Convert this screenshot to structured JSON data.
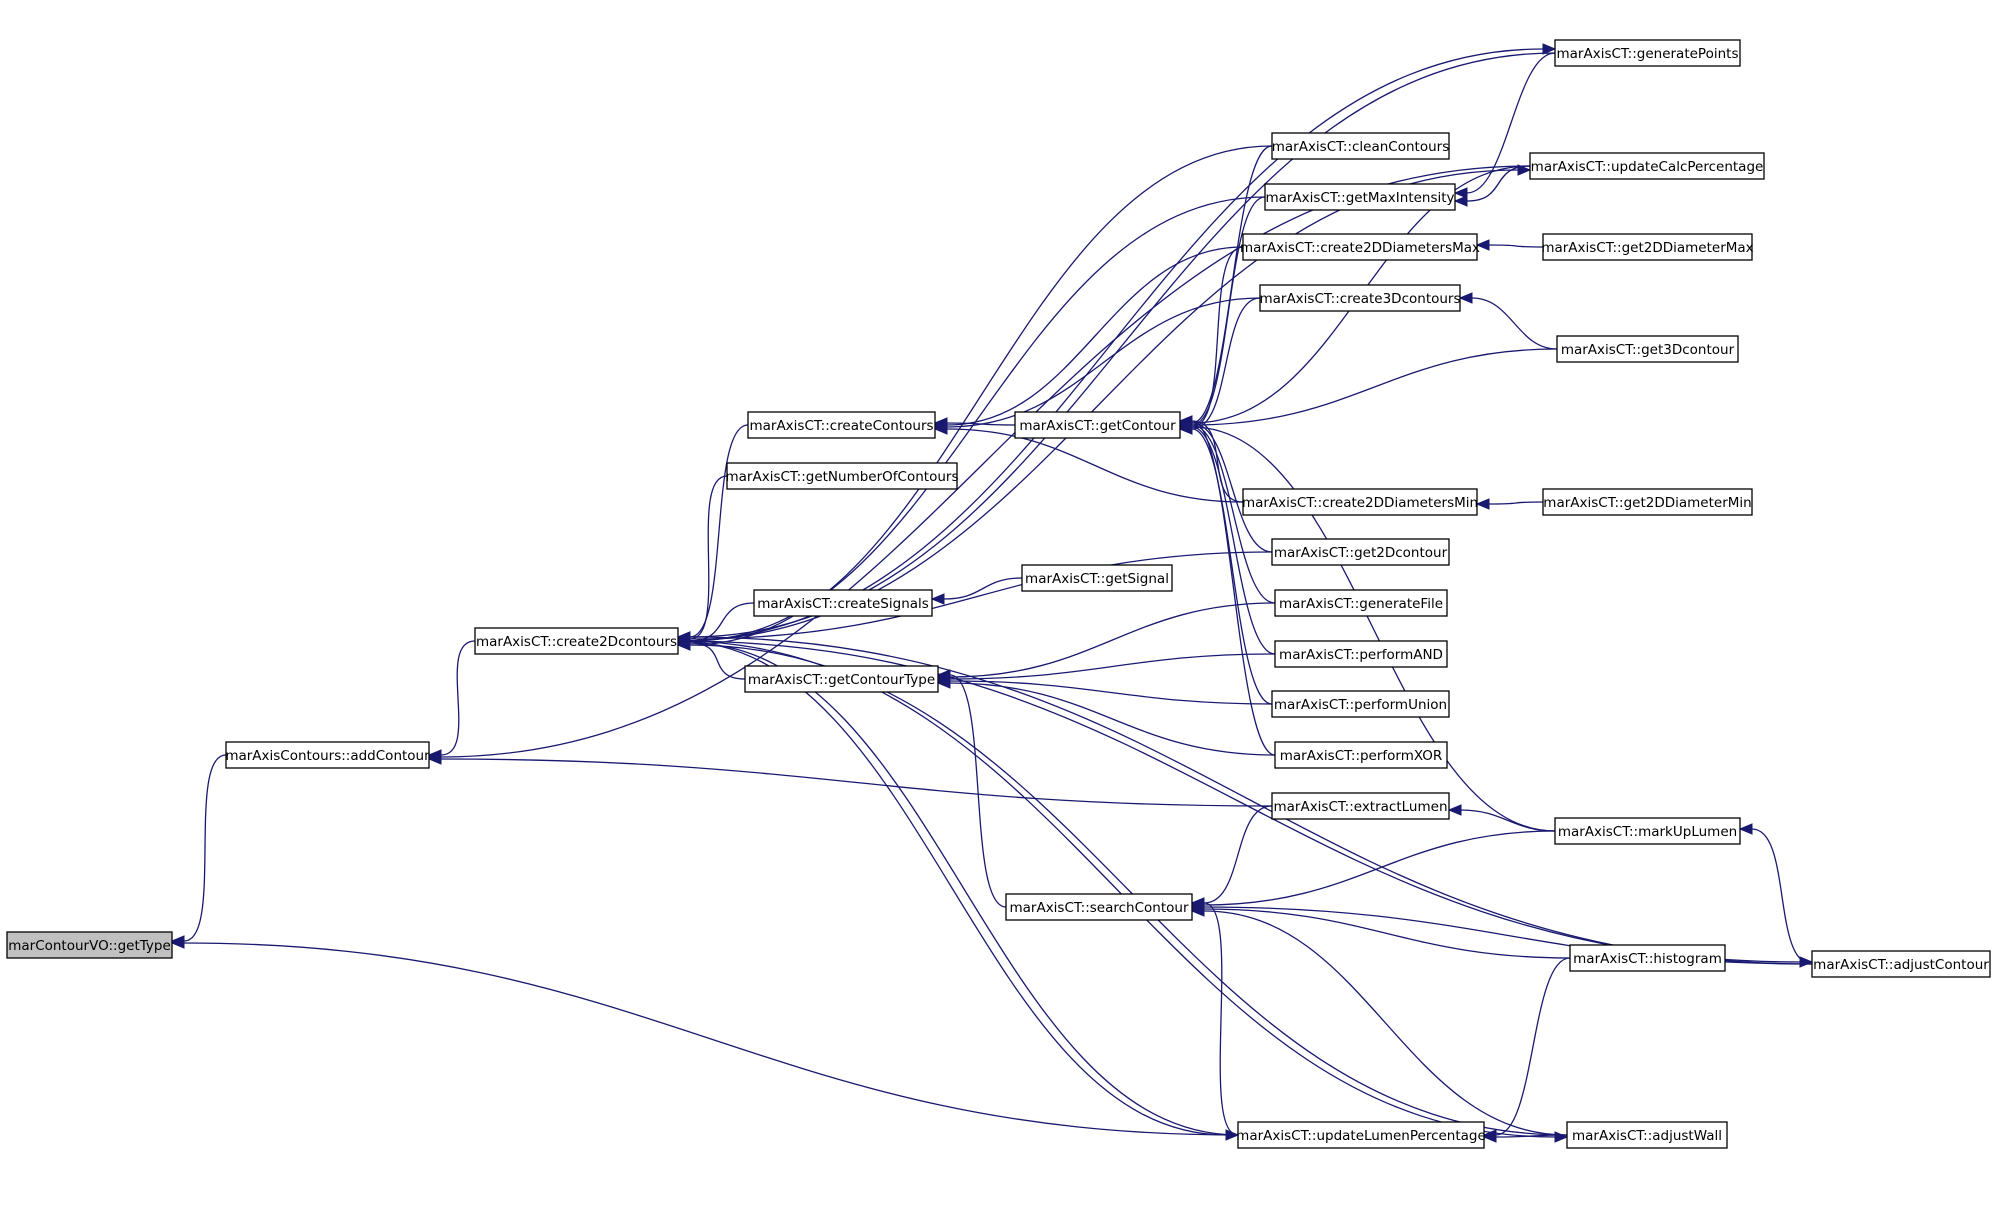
{
  "graph": {
    "colors": {
      "edge": "#191970",
      "node_border": "#000000",
      "root_fill": "#c0c0c0",
      "node_fill": "#ffffff"
    },
    "nodes": [
      {
        "id": "getType",
        "label": "marContourVO::getType",
        "root": true
      },
      {
        "id": "addContour",
        "label": "marAxisContours::addContour"
      },
      {
        "id": "create2Dcontours",
        "label": "marAxisCT::create2Dcontours"
      },
      {
        "id": "createContours",
        "label": "marAxisCT::createContours"
      },
      {
        "id": "getNumberOfContours",
        "label": "marAxisCT::getNumberOfContours"
      },
      {
        "id": "createSignals",
        "label": "marAxisCT::createSignals"
      },
      {
        "id": "getContourType",
        "label": "marAxisCT::getContourType"
      },
      {
        "id": "getContour",
        "label": "marAxisCT::getContour"
      },
      {
        "id": "getSignal",
        "label": "marAxisCT::getSignal"
      },
      {
        "id": "searchContour",
        "label": "marAxisCT::searchContour"
      },
      {
        "id": "cleanContours",
        "label": "marAxisCT::cleanContours"
      },
      {
        "id": "getMaxIntensity",
        "label": "marAxisCT::getMaxIntensity"
      },
      {
        "id": "create2DDiametersMax",
        "label": "marAxisCT::create2DDiametersMax"
      },
      {
        "id": "create3Dcontours",
        "label": "marAxisCT::create3Dcontours"
      },
      {
        "id": "create2DDiametersMin",
        "label": "marAxisCT::create2DDiametersMin"
      },
      {
        "id": "get2Dcontour",
        "label": "marAxisCT::get2Dcontour"
      },
      {
        "id": "generateFile",
        "label": "marAxisCT::generateFile"
      },
      {
        "id": "performAND",
        "label": "marAxisCT::performAND"
      },
      {
        "id": "performUnion",
        "label": "marAxisCT::performUnion"
      },
      {
        "id": "performXOR",
        "label": "marAxisCT::performXOR"
      },
      {
        "id": "extractLumen",
        "label": "marAxisCT::extractLumen"
      },
      {
        "id": "updateLumenPercentage",
        "label": "marAxisCT::updateLumenPercentage"
      },
      {
        "id": "generatePoints",
        "label": "marAxisCT::generatePoints"
      },
      {
        "id": "updateCalcPercentage",
        "label": "marAxisCT::updateCalcPercentage"
      },
      {
        "id": "get2DDiameterMax",
        "label": "marAxisCT::get2DDiameterMax"
      },
      {
        "id": "get3Dcontour",
        "label": "marAxisCT::get3Dcontour"
      },
      {
        "id": "get2DDiameterMin",
        "label": "marAxisCT::get2DDiameterMin"
      },
      {
        "id": "markUpLumen",
        "label": "marAxisCT::markUpLumen"
      },
      {
        "id": "histogram",
        "label": "marAxisCT::histogram"
      },
      {
        "id": "adjustWall",
        "label": "marAxisCT::adjustWall"
      },
      {
        "id": "adjustContour",
        "label": "marAxisCT::adjustContour"
      }
    ],
    "edges": [
      {
        "from": "addContour",
        "to": "getType"
      },
      {
        "from": "updateLumenPercentage",
        "to": "getType"
      },
      {
        "from": "create2Dcontours",
        "to": "addContour"
      },
      {
        "from": "updateCalcPercentage",
        "to": "addContour"
      },
      {
        "from": "extractLumen",
        "to": "addContour"
      },
      {
        "from": "createContours",
        "to": "create2Dcontours"
      },
      {
        "from": "getNumberOfContours",
        "to": "create2Dcontours"
      },
      {
        "from": "createSignals",
        "to": "create2Dcontours"
      },
      {
        "from": "getContourType",
        "to": "create2Dcontours"
      },
      {
        "from": "cleanContours",
        "to": "create2Dcontours"
      },
      {
        "from": "generatePoints",
        "to": "create2Dcontours"
      },
      {
        "from": "get2Dcontour",
        "to": "create2Dcontours"
      },
      {
        "from": "getMaxIntensity",
        "to": "create2Dcontours"
      },
      {
        "from": "updateLumenPercentage",
        "to": "create2Dcontours"
      },
      {
        "from": "adjustWall",
        "to": "create2Dcontours"
      },
      {
        "from": "adjustContour",
        "to": "create2Dcontours"
      },
      {
        "from": "getContour",
        "to": "createContours"
      },
      {
        "from": "create2DDiametersMax",
        "to": "createContours"
      },
      {
        "from": "create3Dcontours",
        "to": "createContours"
      },
      {
        "from": "create2DDiametersMin",
        "to": "createContours"
      },
      {
        "from": "getSignal",
        "to": "createSignals"
      },
      {
        "from": "generateFile",
        "to": "getContourType"
      },
      {
        "from": "performAND",
        "to": "getContourType"
      },
      {
        "from": "performUnion",
        "to": "getContourType"
      },
      {
        "from": "performXOR",
        "to": "getContourType"
      },
      {
        "from": "searchContour",
        "to": "getContourType"
      },
      {
        "from": "cleanContours",
        "to": "getContour"
      },
      {
        "from": "getMaxIntensity",
        "to": "getContour"
      },
      {
        "from": "create2DDiametersMax",
        "to": "getContour"
      },
      {
        "from": "create3Dcontours",
        "to": "getContour"
      },
      {
        "from": "create2DDiametersMin",
        "to": "getContour"
      },
      {
        "from": "get2Dcontour",
        "to": "getContour"
      },
      {
        "from": "generateFile",
        "to": "getContour"
      },
      {
        "from": "performAND",
        "to": "getContour"
      },
      {
        "from": "performUnion",
        "to": "getContour"
      },
      {
        "from": "performXOR",
        "to": "getContour"
      },
      {
        "from": "updateCalcPercentage",
        "to": "getContour"
      },
      {
        "from": "get3Dcontour",
        "to": "getContour"
      },
      {
        "from": "markUpLumen",
        "to": "getContour"
      },
      {
        "from": "updateCalcPercentage",
        "to": "getMaxIntensity"
      },
      {
        "from": "generatePoints",
        "to": "getMaxIntensity"
      },
      {
        "from": "get2DDiameterMax",
        "to": "create2DDiametersMax"
      },
      {
        "from": "get3Dcontour",
        "to": "create3Dcontours"
      },
      {
        "from": "get2DDiameterMin",
        "to": "create2DDiametersMin"
      },
      {
        "from": "markUpLumen",
        "to": "extractLumen"
      },
      {
        "from": "extractLumen",
        "to": "searchContour"
      },
      {
        "from": "markUpLumen",
        "to": "searchContour"
      },
      {
        "from": "adjustContour",
        "to": "searchContour"
      },
      {
        "from": "histogram",
        "to": "searchContour"
      },
      {
        "from": "adjustWall",
        "to": "searchContour"
      },
      {
        "from": "updateLumenPercentage",
        "to": "searchContour"
      },
      {
        "from": "adjustContour",
        "to": "markUpLumen"
      },
      {
        "from": "histogram",
        "to": "updateLumenPercentage"
      },
      {
        "from": "adjustWall",
        "to": "updateLumenPercentage"
      },
      {
        "from": "create2Dcontours",
        "to": "updateCalcPercentage"
      },
      {
        "from": "create2Dcontours",
        "to": "generatePoints"
      },
      {
        "from": "create2Dcontours",
        "to": "adjustContour"
      },
      {
        "from": "create2Dcontours",
        "to": "updateLumenPercentage"
      },
      {
        "from": "create2Dcontours",
        "to": "adjustWall"
      }
    ]
  }
}
